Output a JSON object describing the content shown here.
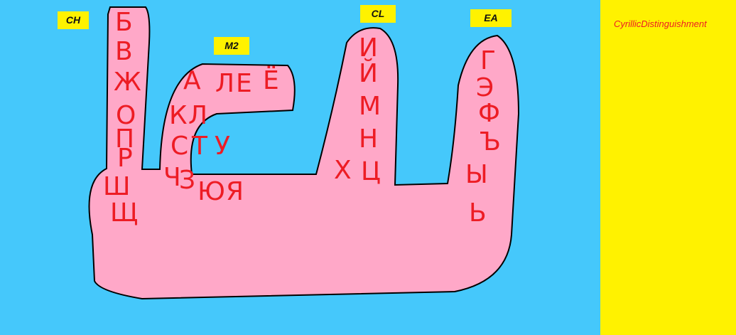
{
  "title": "CyrillicDistinguishment",
  "colors": {
    "sky": "#45c8fb",
    "panel": "#fff200",
    "hand": "#ffa8c8",
    "ink": "#ed1c24",
    "label_bg": "#fff200"
  },
  "groups": {
    "ch": {
      "label": "CH",
      "letters": [
        "Б",
        "В",
        "Ж",
        "О",
        "П",
        "Р",
        "Ш",
        "Щ"
      ]
    },
    "m2": {
      "label": "M2",
      "letters": [
        "А",
        "Л",
        "Е",
        "Ё",
        "К",
        "Л",
        "С",
        "Т",
        "У",
        "Ч",
        "З",
        "Ю",
        "Я"
      ]
    },
    "cl": {
      "label": "CL",
      "letters": [
        "И",
        "Й",
        "М",
        "Н",
        "Ц",
        "Х"
      ]
    },
    "ea": {
      "label": "EA",
      "letters": [
        "Г",
        "Э",
        "Ф",
        "Ъ",
        "Ы",
        "Ь"
      ]
    }
  }
}
